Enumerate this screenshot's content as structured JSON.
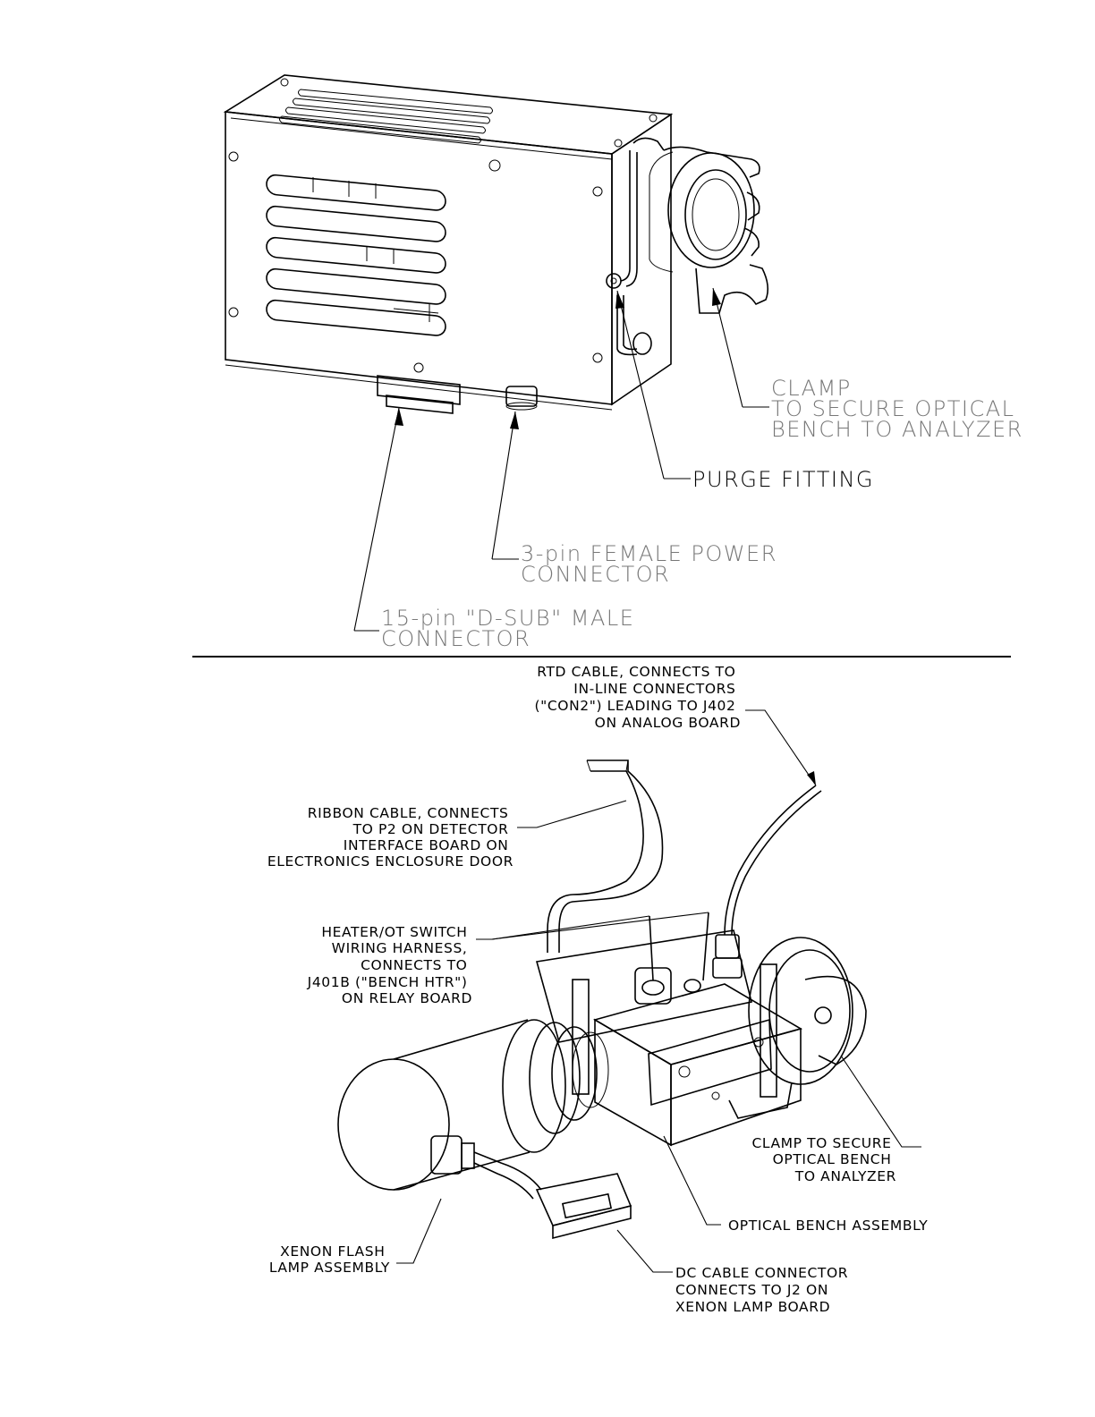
{
  "top_view": {
    "labels": {
      "clamp": [
        "CLAMP",
        "TO SECURE OPTICAL",
        "BENCH TO ANALYZER"
      ],
      "purge": [
        "PURGE FITTING"
      ],
      "power": [
        "3-pin FEMALE POWER",
        "CONNECTOR"
      ],
      "dsub": [
        "15-pin \"D-SUB\" MALE",
        "CONNECTOR"
      ]
    }
  },
  "bottom_view": {
    "labels": {
      "rtd": [
        "RTD CABLE, CONNECTS TO",
        "IN-LINE CONNECTORS",
        "(\"CON2\") LEADING TO J402",
        "ON ANALOG BOARD"
      ],
      "ribbon": [
        "RIBBON CABLE, CONNECTS",
        "TO P2 ON DETECTOR",
        "INTERFACE BOARD ON",
        "ELECTRONICS ENCLOSURE DOOR"
      ],
      "heater": [
        "HEATER/OT SWITCH",
        "WIRING HARNESS,",
        "CONNECTS TO",
        "J401B (\"BENCH HTR\")",
        "ON RELAY BOARD"
      ],
      "clamp2": [
        "CLAMP TO SECURE",
        "OPTICAL BENCH",
        "TO ANALYZER"
      ],
      "bench": [
        "OPTICAL BENCH ASSEMBLY"
      ],
      "xenon": [
        "XENON FLASH",
        "LAMP ASSEMBLY"
      ],
      "dc": [
        "DC CABLE CONNECTOR",
        "CONNECTS TO J2 ON",
        "XENON LAMP BOARD"
      ]
    }
  }
}
